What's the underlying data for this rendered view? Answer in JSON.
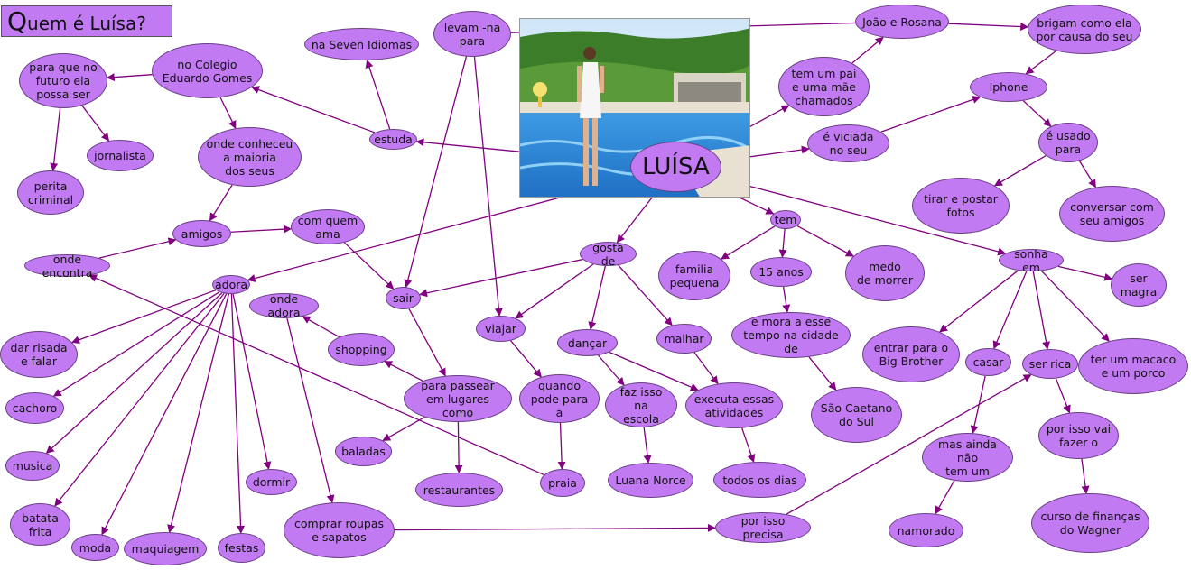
{
  "title": {
    "cap": "Q",
    "rest": "uem é Luísa?"
  },
  "center": "LUÍSA",
  "photo": {
    "subject": "girl-by-pool-photo"
  },
  "colors": {
    "node_fill": "#c27af2",
    "edge": "#800080"
  },
  "nodes": {
    "n1": "na Seven Idiomas",
    "n2": "levam -na\npara",
    "n3": "João e Rosana",
    "n4": "brigam como ela\npor causa do seu",
    "n5": "para que no\nfuturo ela\npossa ser",
    "n6": "no Colegio\nEduardo Gomes",
    "n7": "tem um pai\ne uma mãe\nchamados",
    "n8": "Iphone",
    "n9": "estuda",
    "n10": "onde conheceu\na maioria\ndos seus",
    "n11": "jornalista",
    "n12": "é viciada\nno seu",
    "n13": "é usado\npara",
    "n14": "perita\ncriminal",
    "n15": "amigos",
    "n16": "com quem\nama",
    "n17": "tirar e postar\nfotos",
    "n18": "conversar com\nseu amigos",
    "n19": "tem",
    "n20": "onde encontra",
    "n21": "gosta de",
    "n22": "familia\npequena",
    "n23": "15 anos",
    "n24": "medo\nde morrer",
    "n25": "sonha em",
    "n26": "adora",
    "n27": "onde adora",
    "n28": "sair",
    "n29": "ser\nmagra",
    "n30": "viajar",
    "n31": "e mora a esse\ntempo na cidade de",
    "n32": "dar risada\ne falar",
    "n33": "shopping",
    "n34": "dançar",
    "n35": "malhar",
    "n36": "entrar para o\nBig Brother",
    "n37": "casar",
    "n38": "ser rica",
    "n39": "ter um macaco\ne um porco",
    "n40": "para passear\nem lugares como",
    "n41": "quando\npode para a",
    "n42": "faz isso na\nescola",
    "n43": "executa essas\natividades",
    "n44": "cachoro",
    "n45": "São Caetano\ndo Sul",
    "n46": "por isso vai\nfazer o",
    "n47": "baladas",
    "n48": "mas ainda não\ntem um",
    "n49": "musica",
    "n50": "dormir",
    "n51": "restaurantes",
    "n52": "praia",
    "n53": "Luana Norce",
    "n54": "todos os dias",
    "n55": "batata\nfrita",
    "n56": "comprar roupas\ne sapatos",
    "n57": "curso de finanças\ndo Wagner",
    "n58": "por isso precisa",
    "n59": "namorado",
    "n60": "moda",
    "n61": "maquiagem",
    "n62": "festas"
  }
}
